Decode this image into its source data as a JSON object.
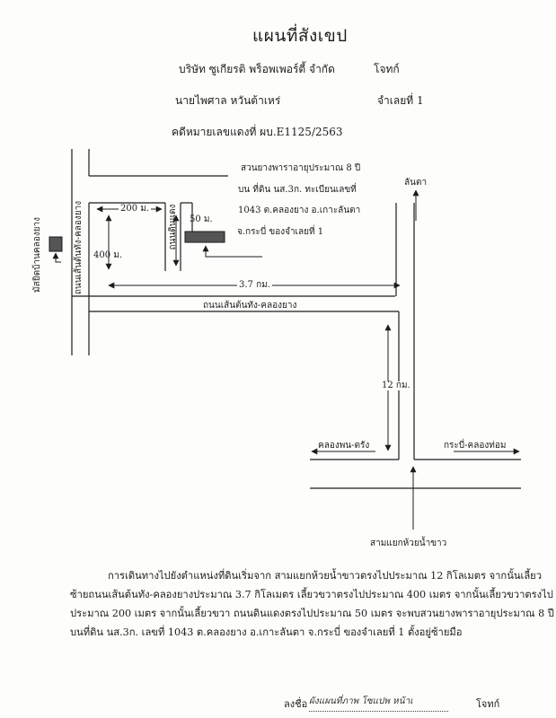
{
  "header": {
    "title": "แผนที่สังเขป",
    "company": "บริษัท ซูเกียรติ พร็อพเพอร์ตี้ จำกัด",
    "plaintiff_role": "โจทก์",
    "defendant_name": "นายไพศาล หวันต้าเหร่",
    "defendant_role": "จำเลยที่ 1",
    "case_number": "คดีหมายเลขแดงที่ ผบ.E1125/2563"
  },
  "map": {
    "plot_note": [
      "สวนยางพาราอายุประมาณ 8 ปี",
      "บน ที่ดิน นส.3ก. ทะเบียนเลขที่",
      "1043  ต.คลองยาง อ.เกาะลันตา",
      "จ.กระบี่  ของจำเลยที่ 1"
    ],
    "road_vertical_label": "ถนนเส้นต้นทัง-คลองยาง",
    "road_horizontal_label": "ถนนเส้นต้นทัง-คลองยาง",
    "dirt_road_label": "ถนนดินแดง",
    "mosque_label": "มัสยิดบ้านคลองยาง",
    "dist_200m": "200 ม.",
    "dist_50m": "50 ม.",
    "dist_400m": "400 ม.",
    "dist_3_7km": "3.7 กม.",
    "dist_12km": "12 กม.",
    "to_lanta": "ลันตา",
    "to_klongphon": "คลองพน-ตรัง",
    "to_krabi": "กระบี่-คลองท่อม",
    "junction_label": "สามแยกห้วยน้ำขาว"
  },
  "directions": [
    "การเดินทางไปยังตำแหน่งที่ดินเริ่มจาก สามแยกห้วยน้ำขาวตรงไปประมาณ 12 กิโลเมตร จากนั้นเลี้ยว",
    "ซ้ายถนนเส้นต้นทัง-คลองยางประมาณ 3.7 กิโลเมตร เลี้ยวขวาตรงไปประมาณ 400 เมตร จากนั้นเลี้ยวขวาตรงไป",
    "ประมาณ 200 เมตร จากนั้นเลี้ยวขวา ถนนดินแดงตรงไปประมาณ 50 เมตร จะพบสวนยางพาราอายุประมาณ 8 ปี",
    "บนที่ดิน นส.3ก. เลขที่ 1043 ต.คลองยาง อ.เกาะลันตา จ.กระบี่ ของจำเลยที่ 1 ตั้งอยู่ซ้ายมือ"
  ],
  "signature": {
    "prefix": "ลงชื่อ",
    "handwriting": "ผังแผนที่ภาพ   โซแปพ หน้าเ",
    "role": "โจทก์"
  }
}
